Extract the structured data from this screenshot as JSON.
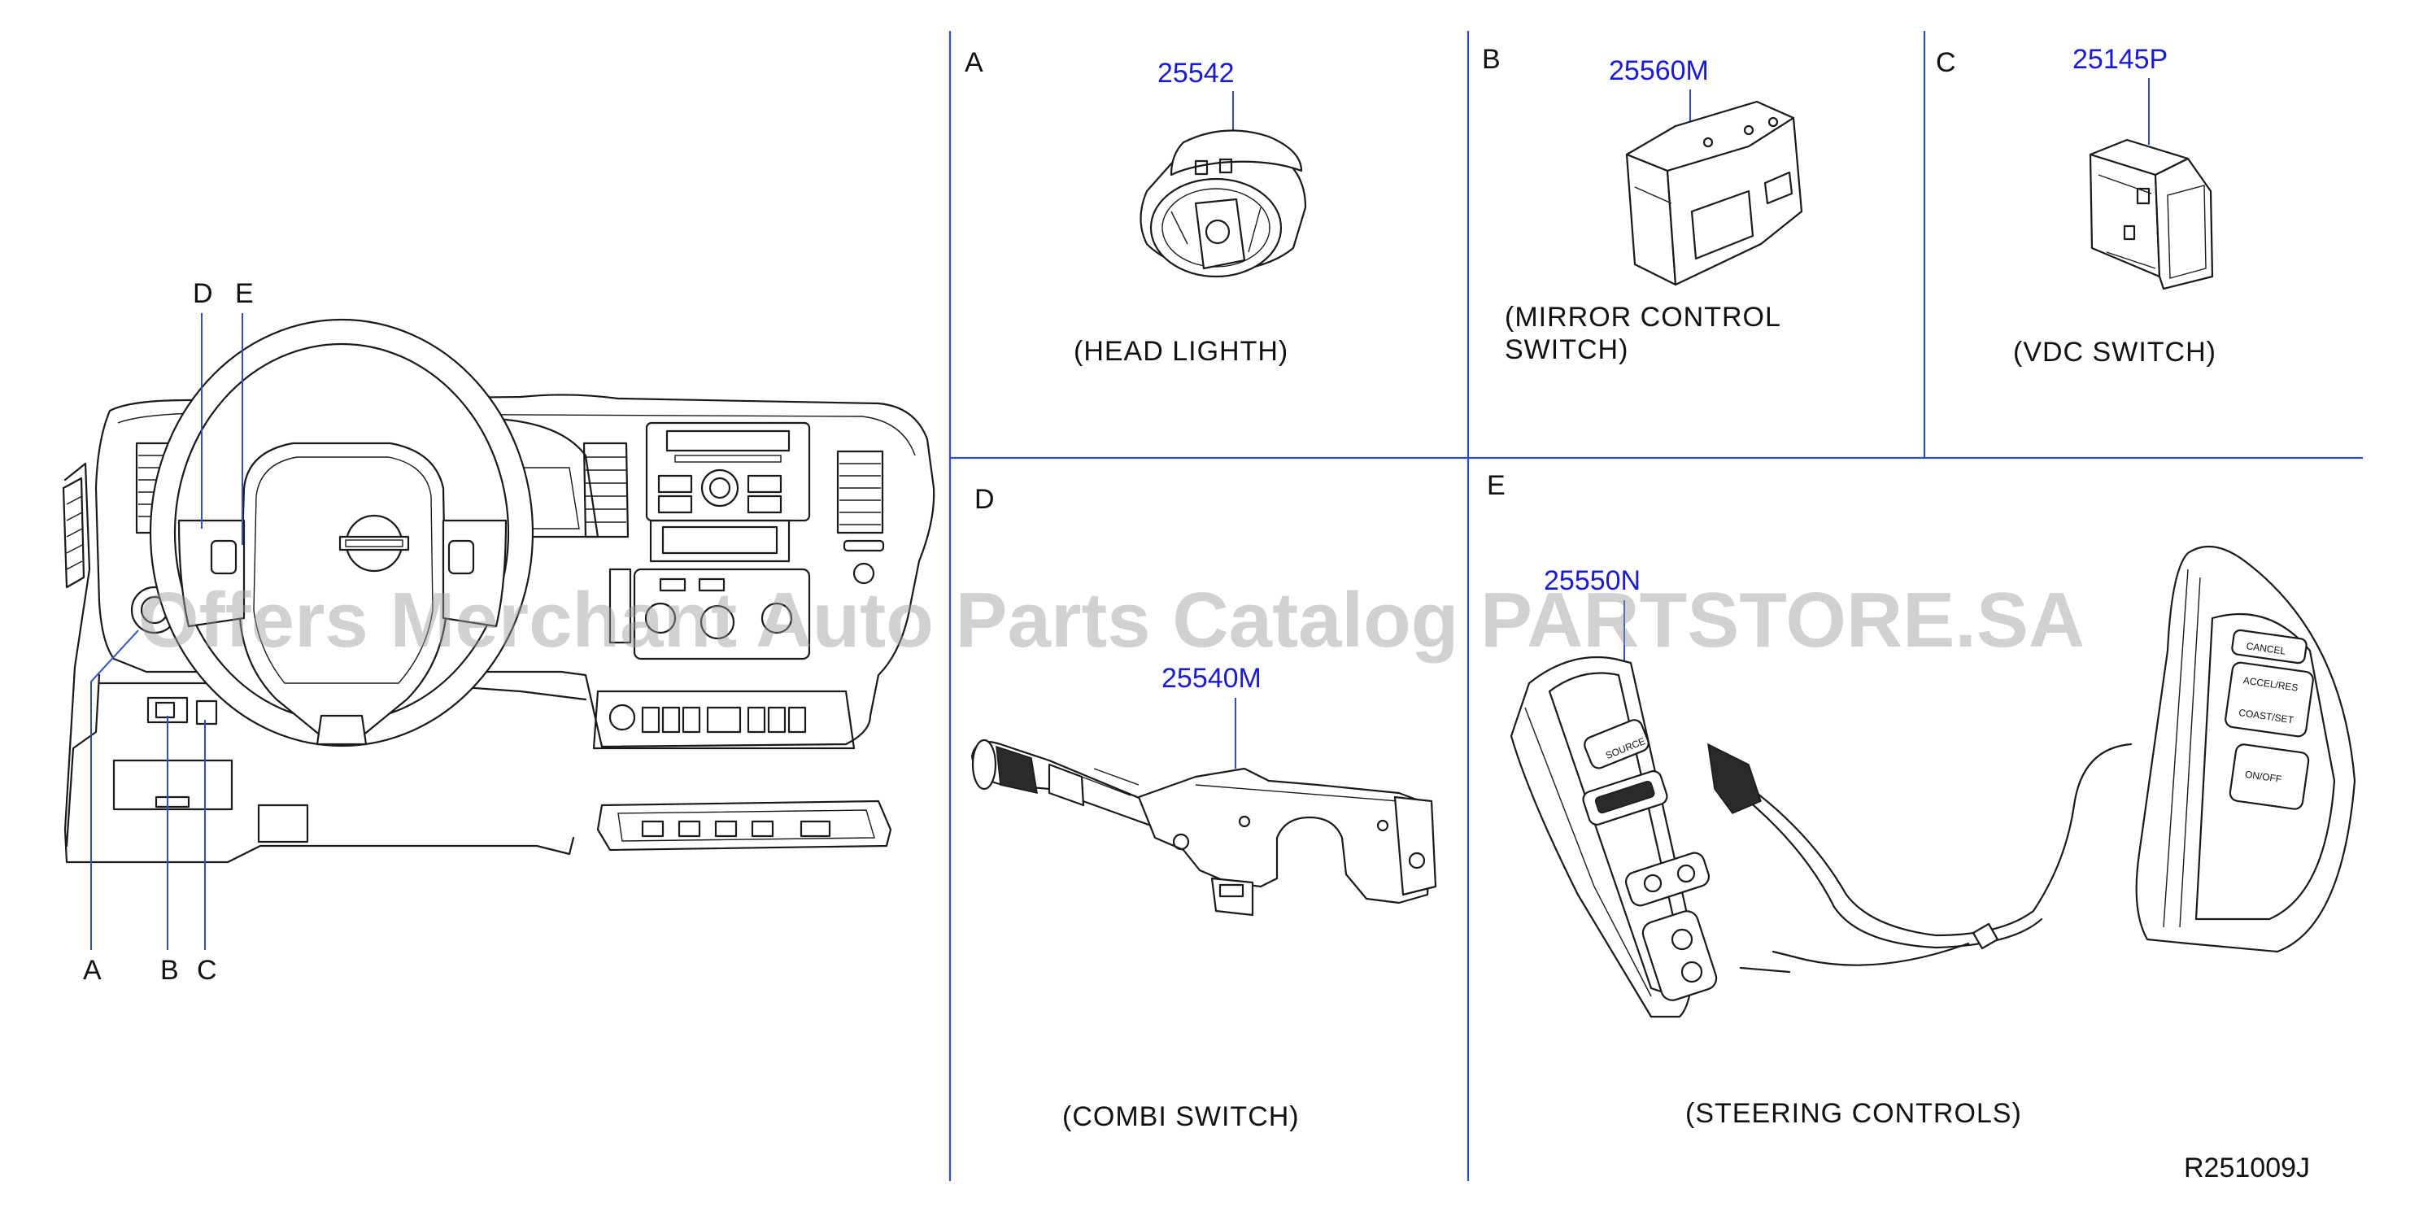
{
  "colors": {
    "grid_lines": "#2f4fc0",
    "part_numbers": "#1a1ad6",
    "drawing": "#1a1a1a",
    "watermark": "#9a9a9a"
  },
  "watermark": "Offers Merchant Auto Parts Catalog PARTSTORE.SA",
  "overview": {
    "callouts": {
      "d": "D",
      "e": "E",
      "a": "A",
      "b": "B",
      "c": "C"
    },
    "logo": "nissan-logo"
  },
  "panels": [
    {
      "letter": "A",
      "part_number": "25542",
      "caption": "(HEAD   LIGHTH)"
    },
    {
      "letter": "B",
      "part_number": "25560M",
      "caption_line1": "(MIRROR    CONTROL",
      "caption_line2": "SWITCH)"
    },
    {
      "letter": "C",
      "part_number": "25145P",
      "caption": "(VDC   SWITCH)"
    },
    {
      "letter": "D",
      "part_number": "25540M",
      "caption": "(COMBI   SWITCH)"
    },
    {
      "letter": "E",
      "part_number": "25550N",
      "caption": "(STEERING   CONTROLS)",
      "button_labels": {
        "source": "SOURCE",
        "cancel": "CANCEL",
        "accel_res": "ACCEL/RES",
        "coast_set": "COAST/SET",
        "on_off": "ON/OFF"
      }
    }
  ],
  "drawing_code": "R251009J"
}
